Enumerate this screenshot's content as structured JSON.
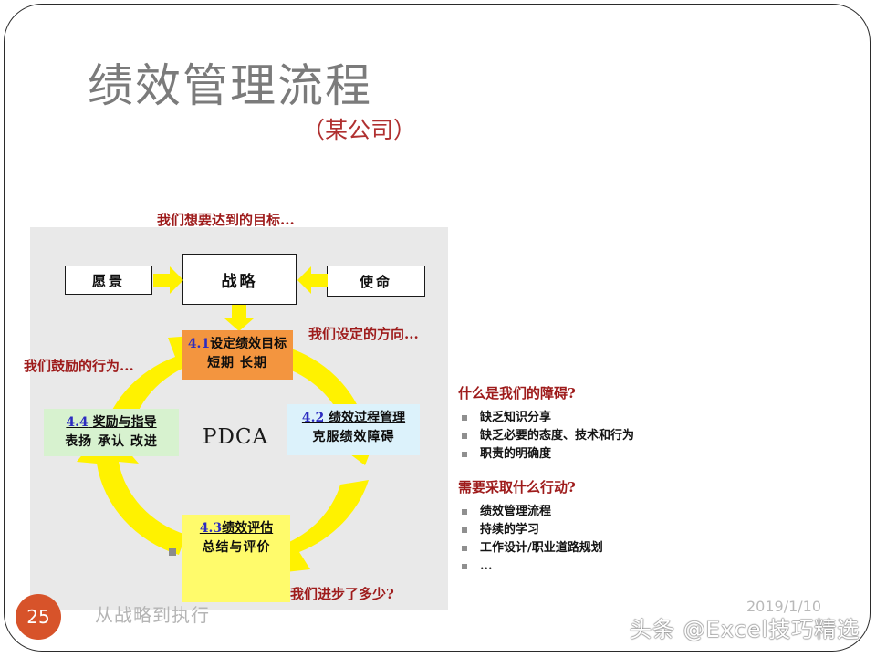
{
  "slide": {
    "title": "绩效管理流程",
    "subtitle": "（某公司）",
    "page_number": "25",
    "footer_text": "从战略到执行",
    "date": "2019/1/10",
    "watermark": "头条 @Excel技巧精选"
  },
  "captions": {
    "goal": "我们想要达到的目标...",
    "direction": "我们设定的方向...",
    "behavior": "我们鼓励的行为...",
    "progress": "我们进步了多少?"
  },
  "top_boxes": {
    "vision": "愿景",
    "strategy": "战略",
    "mission": "使命"
  },
  "center_label": "PDCA",
  "stages": [
    {
      "num": "4.1",
      "title": "设定绩效目标",
      "sub": "短期 长期",
      "color": "#f3953f"
    },
    {
      "num": "4.2",
      "title": "绩效过程管理",
      "sub": "克服绩效障碍",
      "color": "#dcf2fb"
    },
    {
      "num": "4.3",
      "title": "绩效评估",
      "sub": "总结与评价",
      "color": "#fffb6b"
    },
    {
      "num": "4.4",
      "title": "奖励与指导",
      "sub": "表扬 承认 改进",
      "color": "#d7f2cf"
    }
  ],
  "right_panel": {
    "section1": {
      "heading": "什么是我们的障碍?",
      "items": [
        "缺乏知识分享",
        "缺乏必要的态度、技术和行为",
        "职责的明确度"
      ]
    },
    "section2": {
      "heading": "需要采取什么行动?",
      "items": [
        "绩效管理流程",
        "持续的学习",
        "工作设计/职业道路规划",
        "..."
      ]
    }
  },
  "colors": {
    "panel_bg": "#e9e9e9",
    "arrow_yellow": "#fff200",
    "caption_red": "#9e1b1b",
    "title_grey": "#7b7b7b",
    "badge_orange": "#d7532a"
  }
}
